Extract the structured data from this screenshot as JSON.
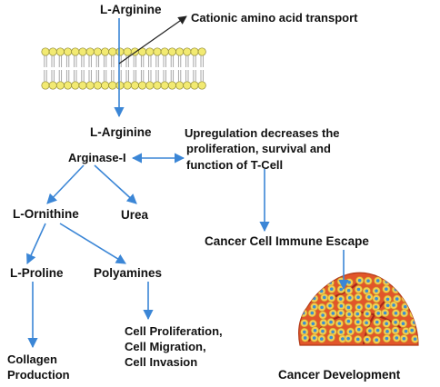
{
  "colors": {
    "arrow": "#3b86d6",
    "pointer": "#222222",
    "lipid_head": "#f2ea72",
    "lipid_head_stroke": "#8d8630",
    "lipid_tail": "#9e9e9e",
    "tumor_body": "#e2562a",
    "tumor_cell": "#f4ce52",
    "tumor_nucleus": "#3a8fd0",
    "text": "#111111"
  },
  "nodes": {
    "l_arginine_top": "L-Arginine",
    "cationic_transport": "Cationic amino acid transport",
    "l_arginine_mid": "L-Arginine",
    "arginase": "Arginase-I",
    "upregulation": [
      "Upregulation decreases the",
      "proliferation, survival and",
      "function of T-Cell"
    ],
    "l_ornithine": "L-Ornithine",
    "urea": "Urea",
    "immune_escape": "Cancer Cell Immune Escape",
    "l_proline": "L-Proline",
    "polyamines": "Polyamines",
    "cell_effects": [
      "Cell Proliferation,",
      "Cell Migration,",
      "Cell Invasion"
    ],
    "collagen": [
      "Collagen",
      "Production"
    ],
    "cancer_development": "Cancer Development"
  },
  "icons": {
    "membrane": "lipid-bilayer-membrane-icon",
    "tumor": "tumor-mass-icon"
  }
}
